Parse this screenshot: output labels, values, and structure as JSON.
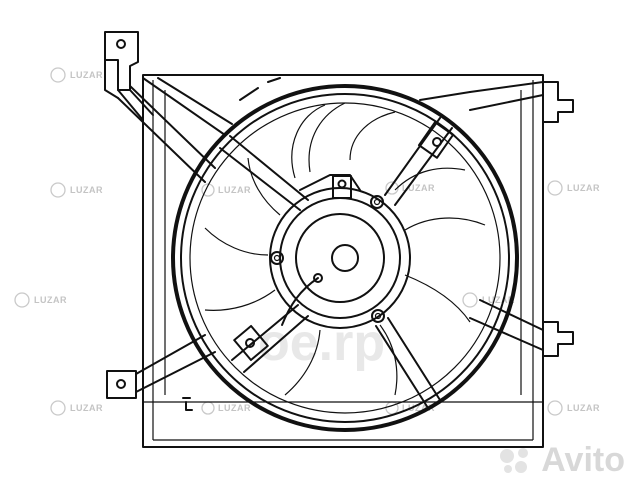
{
  "image": {
    "subject": "radiator cooling fan shroud assembly line drawing"
  },
  "watermarks": {
    "brand_mark": "LUZAR",
    "center_mark": "oe.rp",
    "marketplace_logo": "Avito"
  },
  "colors": {
    "line": "#111111",
    "background": "#ffffff",
    "watermark": "#c9c9c9"
  }
}
